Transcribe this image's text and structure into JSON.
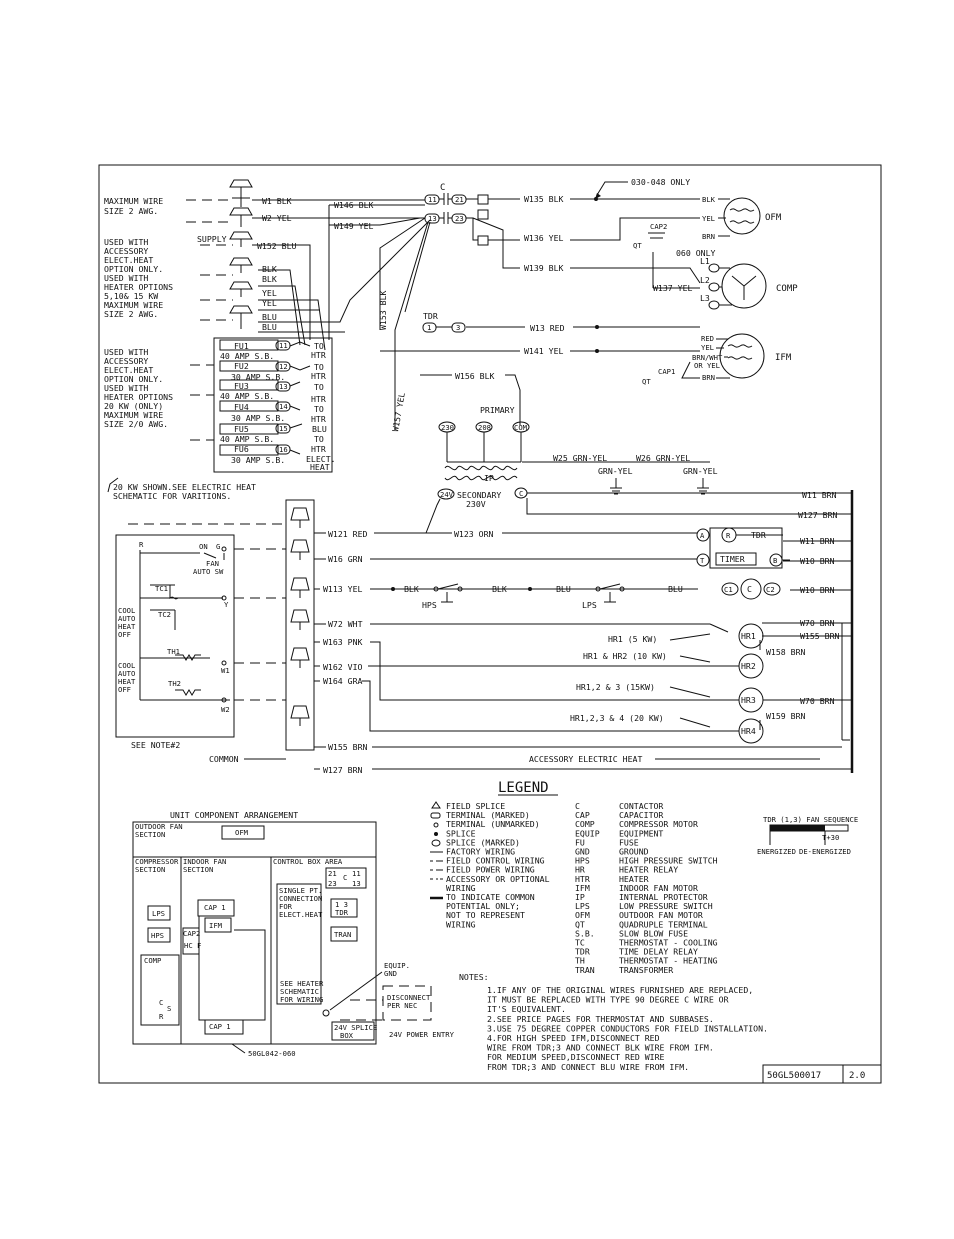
{
  "doc_id": "50GL500017",
  "revision": "2.0",
  "top_note": "030-048 ONLY",
  "left_notes": {
    "max_wire": [
      "MAXIMUM WIRE",
      "SIZE 2 AWG."
    ],
    "supply": "SUPPLY",
    "accessory_5_15": [
      "USED WITH",
      "ACCESSORY",
      "ELECT.HEAT",
      "OPTION ONLY.",
      "USED WITH",
      "HEATER OPTIONS",
      "5,10& 15 KW",
      "MAXIMUM WIRE",
      "SIZE 2 AWG."
    ],
    "accessory_20": [
      "USED WITH",
      "ACCESSORY",
      "ELECT.HEAT",
      "OPTION ONLY.",
      "USED WITH",
      "HEATER OPTIONS",
      "20 KW (ONLY)",
      "MAXIMUM WIRE",
      "SIZE 2/0 AWG."
    ],
    "kw20_shown": [
      "20 KW SHOWN.SEE ELECTRIC HEAT",
      "SCHEMATIC FOR VARITIONS."
    ]
  },
  "supply_wires": [
    "W1 BLK",
    "W2 YEL",
    "W146 BLK",
    "W149 YEL",
    "W152 BLU",
    "W153 BLK",
    "W157 YEL"
  ],
  "supply_colors": [
    "BLK",
    "BLK",
    "YEL",
    "YEL",
    "BLU",
    "BLU"
  ],
  "fuses": [
    {
      "name": "FU1",
      "term": "11",
      "to": "TO"
    },
    {
      "name": "FU2",
      "term": "12",
      "to": "TO"
    },
    {
      "name": "FU3",
      "term": "13",
      "to": "TO"
    },
    {
      "name": "FU4",
      "term": "14",
      "to": "TO"
    },
    {
      "name": "FU5",
      "term": "15",
      "to": "BLU"
    },
    {
      "name": "FU6",
      "term": "16",
      "to": "TO"
    }
  ],
  "fuse_ratings": [
    "40 AMP S.B.",
    "30 AMP S.B.",
    "40 AMP S.B.",
    "30 AMP S.B.",
    "40 AMP S.B.",
    "30 AMP S.B."
  ],
  "htr": "HTR",
  "elect_heat": [
    "ELECT.",
    "HEAT"
  ],
  "contactor": {
    "label": "C",
    "terms": [
      "11",
      "21",
      "13",
      "23"
    ]
  },
  "motor_wires": [
    "W135 BLK",
    "W136 YEL",
    "W139 BLK",
    "W137 YEL",
    "W13 RED",
    "W141 YEL",
    "W156 BLK"
  ],
  "motors": {
    "ofm": {
      "label": "OFM",
      "wires": [
        "BLK",
        "YEL",
        "BRN"
      ],
      "cap": "CAP2",
      "qt": "QT"
    },
    "comp": {
      "label": "COMP",
      "note": "060 ONLY",
      "terms": [
        "L1",
        "L2",
        "L3"
      ]
    },
    "ifm": {
      "label": "IFM",
      "wires": [
        "RED",
        "YEL",
        "BRN/WHT",
        "OR YEL",
        "BRN"
      ],
      "cap": "CAP1",
      "qt": "QT"
    }
  },
  "tdr_top": "TDR",
  "transformer": {
    "primary": "PRIMARY",
    "terms": [
      "230",
      "208",
      "COM"
    ],
    "ip": "IP",
    "secondary": [
      "SECONDARY",
      "230V"
    ],
    "sec_terms": [
      "24V",
      "C"
    ],
    "grounds": [
      "W25 GRN-YEL",
      "W26 GRN-YEL",
      "GRN-YEL",
      "GRN-YEL"
    ]
  },
  "control_wires": [
    "W121 RED",
    "W123 ORN",
    "W16 GRN",
    "W113 YEL",
    "W72 WHT",
    "W163 PNK",
    "W162 VIO",
    "W164 GRA",
    "W155 BRN",
    "W127 BRN"
  ],
  "right_wires": [
    "W11 BRN",
    "W127 BRN",
    "W11 BRN",
    "W10 BRN",
    "W10 BRN",
    "W70 BRN",
    "W155 BRN",
    "W158 BRN",
    "W70 BRN",
    "W159 BRN"
  ],
  "tdr_box": {
    "label": "TDR",
    "a": "A",
    "r": "R",
    "t": "T",
    "timer": "TIMER",
    "b": "B"
  },
  "switch_chain": {
    "colors": [
      "BLK",
      "BLK",
      "BLU",
      "BLU"
    ],
    "hps": "HPS",
    "lps": "LPS",
    "c1": "C1",
    "c": "C",
    "c2": "C2"
  },
  "heater_relays": [
    {
      "label": "HR1",
      "desc": "HR1   (5 KW)"
    },
    {
      "label": "HR2",
      "desc": "HR1 & HR2   (10 KW)"
    },
    {
      "label": "HR3",
      "desc": "HR1,2 & 3   (15KW)"
    },
    {
      "label": "HR4",
      "desc": "HR1,2,3 & 4   (20 KW)"
    }
  ],
  "accessory_heat": "ACCESSORY ELECTRIC HEAT",
  "common": "COMMON",
  "thermostat": {
    "labels": [
      "R",
      "ON",
      "G",
      "FAN",
      "AUTO SW",
      "TC1",
      "TC2",
      "Y",
      "TH1",
      "W1",
      "TH2",
      "W2"
    ],
    "cool_blocks": [
      [
        "COOL",
        "AUTO",
        "HEAT",
        "OFF"
      ],
      [
        "COOL",
        "AUTO",
        "HEAT",
        "OFF"
      ]
    ],
    "note": "SEE NOTE#2"
  },
  "legend_title": "LEGEND",
  "legend_left": [
    "FIELD SPLICE",
    "TERMINAL (MARKED)",
    "TERMINAL (UNMARKED)",
    "SPLICE",
    "SPLICE (MARKED)",
    "FACTORY WIRING",
    "FIELD CONTROL WIRING",
    "FIELD POWER WIRING",
    "ACCESSORY OR OPTIONAL",
    "WIRING",
    "TO INDICATE COMMON",
    "POTENTIAL ONLY;",
    "NOT TO REPRESENT",
    "WIRING"
  ],
  "legend_abbr": [
    [
      "C",
      "CONTACTOR"
    ],
    [
      "CAP",
      "CAPACITOR"
    ],
    [
      "COMP",
      "COMPRESSOR MOTOR"
    ],
    [
      "EQUIP",
      "EQUIPMENT"
    ],
    [
      "FU",
      "FUSE"
    ],
    [
      "GND",
      "GROUND"
    ],
    [
      "HPS",
      "HIGH PRESSURE SWITCH"
    ],
    [
      "HR",
      "HEATER RELAY"
    ],
    [
      "HTR",
      "HEATER"
    ],
    [
      "IFM",
      "INDOOR FAN MOTOR"
    ],
    [
      "IP",
      "INTERNAL PROTECTOR"
    ],
    [
      "LPS",
      "LOW PRESSURE SWITCH"
    ],
    [
      "OFM",
      "OUTDOOR FAN MOTOR"
    ],
    [
      "QT",
      "QUADRUPLE TERMINAL"
    ],
    [
      "S.B.",
      "SLOW BLOW FUSE"
    ],
    [
      "TC",
      "THERMOSTAT - COOLING"
    ],
    [
      "TDR",
      "TIME DELAY RELAY"
    ],
    [
      "TH",
      "THERMOSTAT - HEATING"
    ],
    [
      "TRAN",
      "TRANSFORMER"
    ]
  ],
  "fan_sequence": {
    "title": "TDR (1,3)  FAN SEQUENCE",
    "t30": "T+30",
    "energized": "ENERGIZED",
    "de_energized": "DE-ENERGIZED"
  },
  "arrangement": {
    "title": "UNIT COMPONENT ARRANGEMENT",
    "outdoor_fan": [
      "OUTDOOR FAN",
      "SECTION"
    ],
    "ofm": "OFM",
    "compressor": [
      "COMPRESSOR",
      "SECTION"
    ],
    "indoor_fan": [
      "INDOOR FAN",
      "SECTION"
    ],
    "control_box": "CONTROL BOX AREA",
    "cont_terms": [
      "21",
      "C",
      "11",
      "23",
      "13"
    ],
    "single_pt": [
      "SINGLE PT.",
      "CONNECTION",
      "FOR",
      "ELECT.HEAT"
    ],
    "tdr": [
      "1  3",
      "TDR"
    ],
    "tran": "TRAN",
    "lps": "LPS",
    "hps": "HPS",
    "comp": "COMP",
    "comp_terms": [
      "C",
      "S",
      "R"
    ],
    "cap1": "CAP 1",
    "cap2": "CAP2",
    "ifm": "IFM",
    "hcf": "HC F",
    "see_heater": [
      "SEE HEATER",
      "SCHEMATIC",
      "FOR WIRING"
    ],
    "equip_gnd": [
      "EQUIP.",
      "GND"
    ],
    "disconnect": [
      "DISCONNECT",
      "PER NEC"
    ],
    "splice_box": [
      "24V SPLICE",
      "BOX"
    ],
    "power_entry": "24V POWER ENTRY",
    "model": "50GL042-060"
  },
  "notes_title": "NOTES:",
  "notes": [
    "1.IF ANY OF THE ORIGINAL WIRES FURNISHED ARE REPLACED,",
    "  IT MUST BE REPLACED WITH TYPE 90 DEGREE C WIRE OR",
    "  IT'S EQUIVALENT.",
    "2.SEE PRICE PAGES FOR THERMOSTAT AND SUBBASES.",
    "3.USE 75 DEGREE COPPER CONDUCTORS FOR FIELD INSTALLATION.",
    "4.FOR HIGH SPEED IFM,DISCONNECT RED",
    "  WIRE FROM TDR;3 AND CONNECT BLK WIRE FROM IFM.",
    "  FOR MEDIUM SPEED,DISCONNECT RED WIRE",
    "  FROM TDR;3 AND CONNECT BLU WIRE FROM IFM."
  ]
}
